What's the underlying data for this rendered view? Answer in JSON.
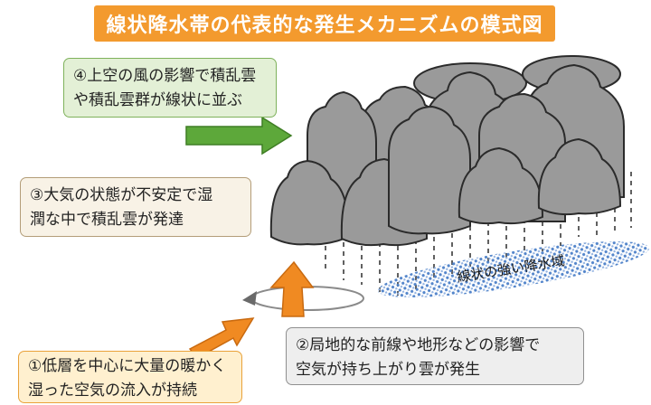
{
  "title": "線状降水帯の代表的な発生メカニズムの模式図",
  "steps": {
    "step4": "④上空の風の影響で積乱雲\nや積乱雲群が線状に並ぶ",
    "step3": "③大気の状態が不安定で湿\n潤な中で積乱雲が発達",
    "step2": "②局地的な前線や地形などの影響で\n空気が持ち上がり雲が発生",
    "step1": "①低層を中心に大量の暖かく\n湿った空気の流入が持続"
  },
  "rain_area_label": "線状の強い降水域",
  "colors": {
    "title_bg": "#f39a2e",
    "cloud": "#9a9a9a",
    "cloud_outline": "#2b2b2b",
    "green_arrow": "#5da83a",
    "orange_arrow": "#f08a22",
    "rain_area": "#4a7fc8"
  }
}
